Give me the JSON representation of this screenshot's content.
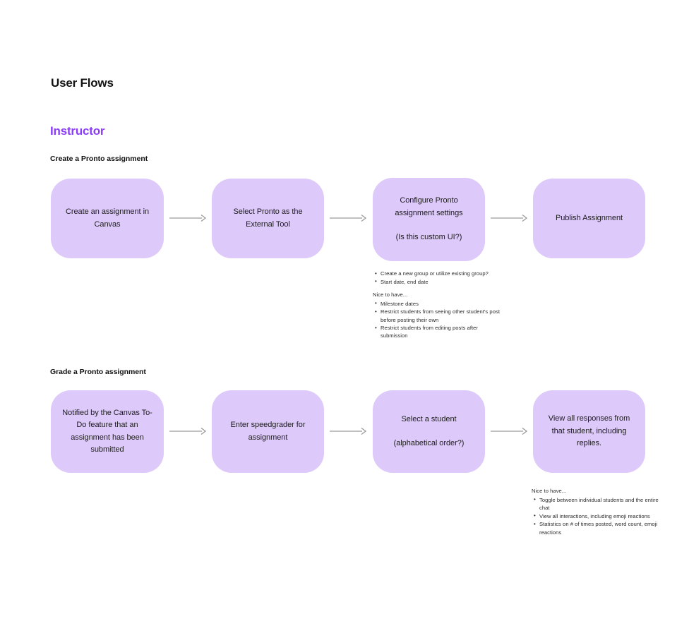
{
  "page": {
    "title": "User Flows",
    "role_section": "Instructor",
    "colors": {
      "node_fill": "#ddc9fa",
      "accent_purple": "#8b3dfb",
      "arrow_gray": "#9a9a9a",
      "text_dark": "#1a1a1a",
      "background": "#ffffff"
    }
  },
  "flows": [
    {
      "title": "Create a Pronto assignment",
      "nodes": [
        {
          "label": "Create an assignment in Canvas",
          "sub": ""
        },
        {
          "label": "Select Pronto as the External Tool",
          "sub": ""
        },
        {
          "label": "Configure Pronto assignment settings",
          "sub": "(Is this custom UI?)"
        },
        {
          "label": "Publish Assignment",
          "sub": ""
        }
      ],
      "notes": {
        "items": [
          "Create a new group or utilize existing group?",
          "Start date, end date"
        ],
        "nice_to_have_label": "Nice to have...",
        "nice_to_have": [
          "Milestone dates",
          "Restrict students from seeing other student's post before posting their own",
          "Restrict students from editing posts after submission"
        ]
      }
    },
    {
      "title": "Grade a Pronto assignment",
      "nodes": [
        {
          "label": "Notified by the Canvas To-Do feature that an assignment has been submitted",
          "sub": ""
        },
        {
          "label": "Enter speedgrader for assignment",
          "sub": ""
        },
        {
          "label": "Select a student",
          "sub": "(alphabetical order?)"
        },
        {
          "label": "View all responses from that student, including replies.",
          "sub": ""
        }
      ],
      "notes": {
        "items": [],
        "nice_to_have_label": "Nice to have...",
        "nice_to_have": [
          "Toggle between individual students and the entire chat",
          "View all interactions, including emoji reactions",
          "Statistics on # of times posted, word count, emoji reactions"
        ]
      }
    }
  ]
}
